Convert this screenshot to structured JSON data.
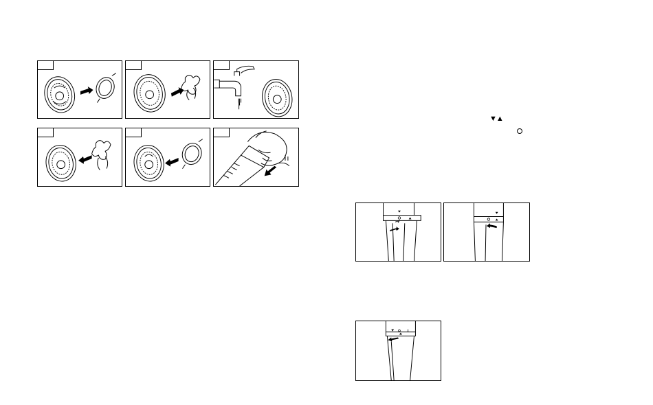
{
  "steps": [
    {
      "number": "",
      "scene": "remove-ring-from-head"
    },
    {
      "number": "",
      "scene": "remove-blade-from-head"
    },
    {
      "number": "",
      "scene": "rinse-head-under-tap"
    },
    {
      "number": "",
      "scene": "reinsert-blade"
    },
    {
      "number": "",
      "scene": "reinsert-ring"
    },
    {
      "number": "",
      "scene": "attach-head-to-body"
    }
  ],
  "symbols": {
    "lock_triangles": "▼▲",
    "unlock_circle": "○"
  },
  "alignment_figures": [
    {
      "id": "lock-position",
      "arrow": "right"
    },
    {
      "id": "unlock-position",
      "arrow": "left"
    },
    {
      "id": "release-position",
      "arrow": "left"
    }
  ]
}
